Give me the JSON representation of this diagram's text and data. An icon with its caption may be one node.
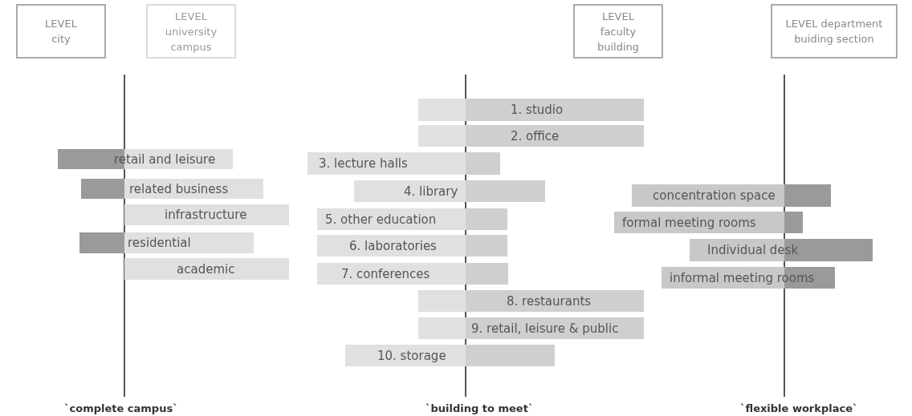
{
  "diagram": {
    "nodes": [
      {
        "text": [
          "LEVEL city"
        ]
      },
      {
        "text": [
          "LEVEL university campus"
        ]
      },
      {
        "text": [
          "LEVEL faculty building"
        ]
      },
      {
        "text": [
          "LEVEL department buiding section"
        ]
      },
      {
        "text": [
          "retail and leisure"
        ]
      },
      {
        "text": [
          "related business"
        ]
      },
      {
        "text": [
          "infrastructure"
        ]
      },
      {
        "text": [
          "residential"
        ]
      },
      {
        "text": [
          "academic"
        ]
      },
      {
        "text": [
          "1. studio"
        ]
      },
      {
        "text": [
          "2. office"
        ]
      },
      {
        "text": [
          "3. lecture halls"
        ]
      },
      {
        "text": [
          "4. library"
        ]
      },
      {
        "text": [
          "5. other education"
        ]
      },
      {
        "text": [
          "6. laboratories"
        ]
      },
      {
        "text": [
          "7. conferences"
        ]
      },
      {
        "text": [
          "8. restaurants"
        ]
      },
      {
        "text": [
          "9. retail, leisure & public"
        ]
      },
      {
        "text": [
          "10. storage"
        ]
      },
      {
        "text": [
          "concentration space"
        ]
      },
      {
        "text": [
          "formal meeting rooms"
        ]
      },
      {
        "text": [
          "Individual desk"
        ]
      },
      {
        "text": [
          "informal meeting rooms"
        ]
      }
    ],
    "edges": [],
    "labels": [
      "`complete campus`",
      "`building to meet`",
      "`flexible workplace`"
    ]
  }
}
